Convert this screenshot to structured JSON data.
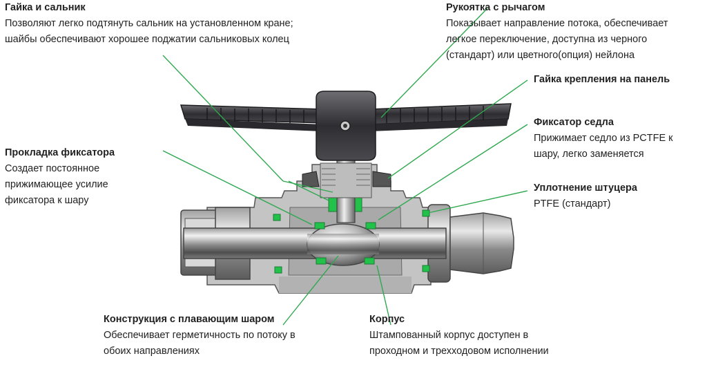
{
  "labels": {
    "gland": {
      "title": "Гайка и сальник",
      "lines": [
        "Позволяют легко подтянуть сальник на установленном кране;",
        "шайбы обеспечивают хорошее поджатии сальниковых колец"
      ]
    },
    "handle": {
      "title": "Рукоятка с рычагом",
      "lines": [
        "Показывает направление потока, обеспечивает",
        "легкое переключение, доступна из черного",
        "(стандарт) или цветного(опция)  нейлона"
      ]
    },
    "panel_nut": {
      "title": "Гайка крепления на панель"
    },
    "seat_retainer": {
      "title": "Фиксатор седла",
      "lines": [
        "Прижимает седло из PCTFE к",
        "шару, легко заменяется"
      ]
    },
    "retainer_gasket": {
      "title": "Прокладка фиксатора",
      "lines": [
        "Создает постоянное",
        "прижимающее усилие",
        "фиксатора к шару"
      ]
    },
    "end_seal": {
      "title": "Уплотнение штуцера",
      "lines": [
        "PTFE (стандарт)"
      ]
    },
    "floating_ball": {
      "title": "Конструкция с плавающим шаром",
      "lines": [
        "Обеспечивает герметичность по потоку в",
        "обоих направлениях"
      ]
    },
    "body": {
      "title": "Корпус",
      "lines": [
        "Штампованный корпус доступен в",
        "проходном и трехходовом исполнении"
      ]
    }
  },
  "colors": {
    "leader_line": "#2fa84f",
    "seal_green": "#22c24a",
    "handle_dark": "#3c3c40",
    "body_grey": "#c6c6c6"
  }
}
